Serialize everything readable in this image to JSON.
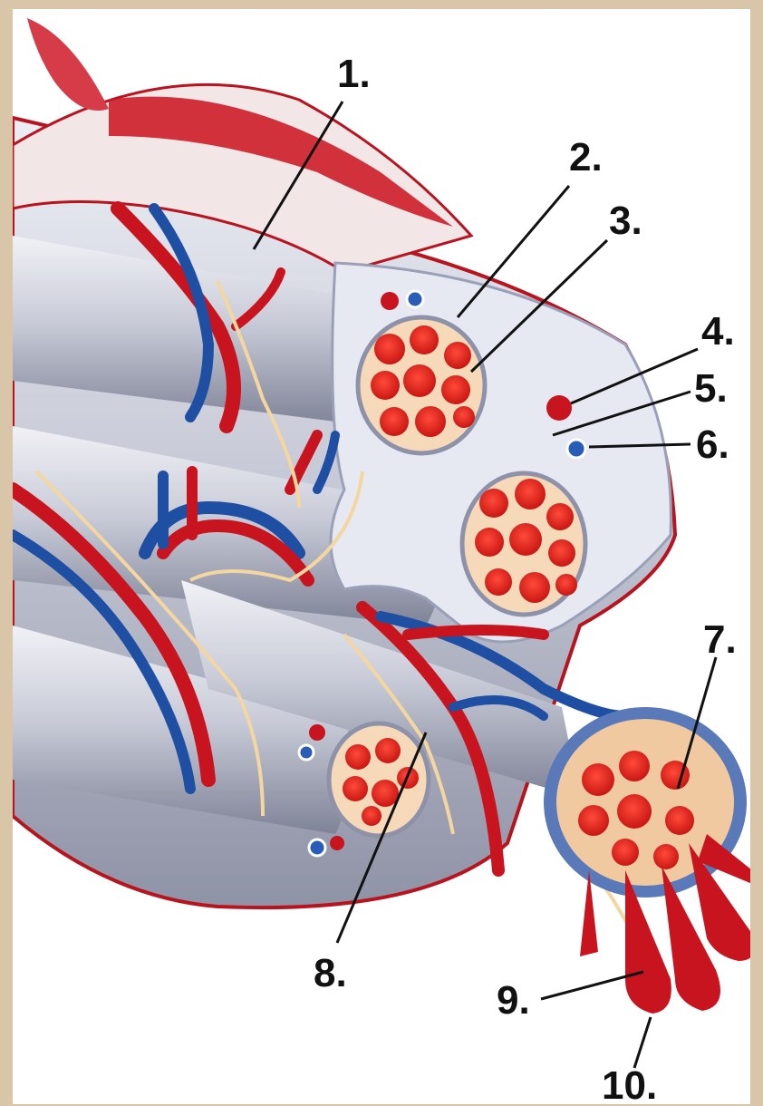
{
  "colors": {
    "frame": "#d9c6a8",
    "panel": "#ffffff",
    "artery_red": "#c8141e",
    "vein_blue": "#1f4fa3",
    "sheath_grey": "#b8bccb",
    "fascicle_red": "#e0291f",
    "nerve_cream": "#f4d6a0"
  },
  "labels": [
    {
      "text": "1."
    },
    {
      "text": "2."
    },
    {
      "text": "3."
    },
    {
      "text": "4."
    },
    {
      "text": "5."
    },
    {
      "text": "6."
    },
    {
      "text": "7."
    },
    {
      "text": "8."
    },
    {
      "text": "9."
    },
    {
      "text": "10."
    }
  ]
}
